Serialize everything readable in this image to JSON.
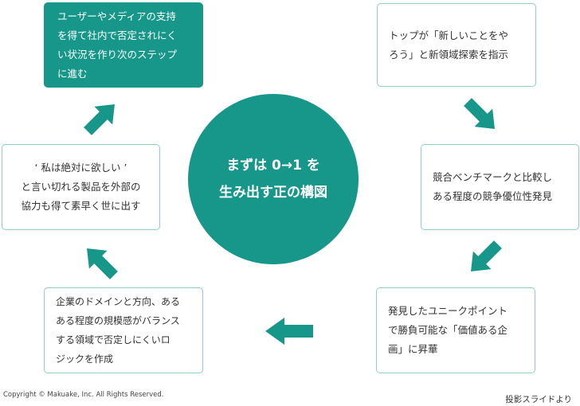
{
  "center": {
    "line1": "まずは 0→1 を",
    "line2": "生み出す正の構図"
  },
  "steps": [
    {
      "id": "top-right",
      "text": "トップが「新しいことをやろう」と新領域探索を指示"
    },
    {
      "id": "right",
      "text": "競合ベンチマークと比較しある程度の競争優位性発見"
    },
    {
      "id": "bottom-right",
      "text": "発見したユニークポイントで勝負可能な「価値ある企画」に昇華"
    },
    {
      "id": "bottom-left",
      "text": "企業のドメインと方向、ある程度の規模感がバランスする領域で否定しにくいロジックを作成"
    },
    {
      "id": "left",
      "text": "‘ 私は絶対に欲しい ’と言い切れる製品を外部の協力も得て素早く世に出す"
    },
    {
      "id": "top-left",
      "text": "ユーザーやメディアの支持を得て社内で否定されにくい状況を作り次のステップに進む"
    }
  ],
  "lines": {
    "top_right": [
      "トップが「新しいことをや",
      "ろう」と新領域探索を指示"
    ],
    "right": [
      "競合ベンチマークと比較し",
      "ある程度の競争優位性発見"
    ],
    "bottom_right": [
      "発見したユニークポイント",
      "で勝負可能な「価値ある企",
      "画」に昇華"
    ],
    "bottom_left": [
      "企業のドメインと方向、ある",
      "ある程度の規模感がバランス",
      "する領域で否定しにくいロ",
      "ジックを作成"
    ],
    "left": [
      "‘ 私は絶対に欲しい ’",
      "と言い切れる製品を外部の",
      "協力も得て素早く世に出す"
    ],
    "top_left": [
      "ユーザーやメディアの支持",
      "を得て社内で否定されにく",
      "い状況を作り次のステップ",
      "に進む"
    ]
  },
  "footer": {
    "copyright": "Copyright © Makuake, Inc. All Rights Reserved.",
    "source": "投影スライドより"
  },
  "colors": {
    "teal": "#17978a",
    "box_border": "#8ecfc6",
    "text": "#333333"
  }
}
